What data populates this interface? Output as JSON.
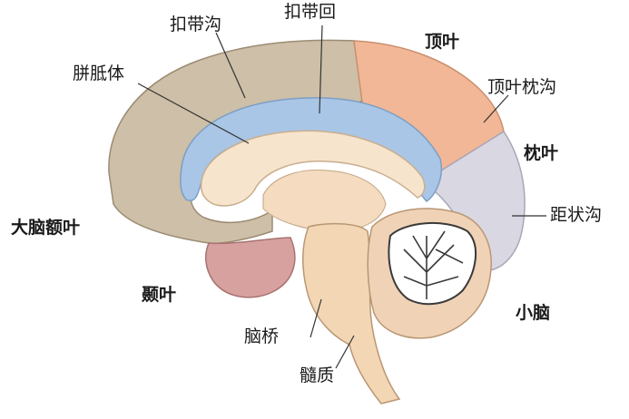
{
  "labels": {
    "cingulate_sulcus": "扣带沟",
    "cingulate_gyrus": "扣带回",
    "parietal_lobe": "顶叶",
    "corpus_callosum": "胼胝体",
    "parieto_occipital_sulcus": "顶叶枕沟",
    "occipital_lobe": "枕叶",
    "calcarine_sulcus": "距状沟",
    "frontal_lobe": "大脑额叶",
    "temporal_lobe": "颞叶",
    "cerebellum": "小脑",
    "pons": "脑桥",
    "medulla": "髓质"
  },
  "colors": {
    "frontal_lobe": "#cdbfa8",
    "cingulate_band": "#a9c6e6",
    "parietal_lobe": "#f2b796",
    "occipital_lobe": "#d9d7e2",
    "temporal_lobe": "#d7a19f",
    "brainstem": "#f3d6b4",
    "cerebellum": "#f0d2b6",
    "corpus_callosum": "#f7e4cc"
  }
}
